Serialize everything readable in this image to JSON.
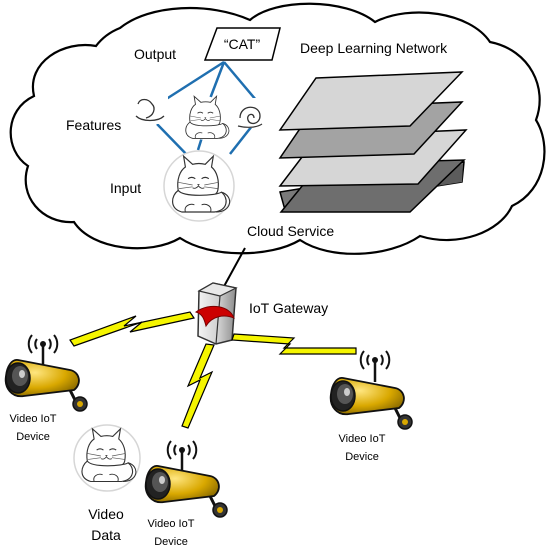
{
  "cloud": {
    "output_label": "Output",
    "output_value": "“CAT”",
    "features_label": "Features",
    "input_label": "Input",
    "network_label": "Deep Learning Network",
    "service_label": "Cloud Service"
  },
  "gateway": {
    "label": "IoT Gateway"
  },
  "devices": [
    {
      "line1": "Video IoT",
      "line2": "Device"
    },
    {
      "line1": "Video IoT",
      "line2": "Device"
    },
    {
      "line1": "Video IoT",
      "line2": "Device"
    }
  ],
  "video_data": {
    "line1": "Video",
    "line2": "Data"
  },
  "colors": {
    "connection_line": "#1f6fb0",
    "lightning": "#f5f500",
    "camera_body": "#d9a800",
    "layer_light": "#d6d6d6",
    "layer_mid": "#a3a3a3",
    "layer_dark": "#6e6e6e"
  }
}
